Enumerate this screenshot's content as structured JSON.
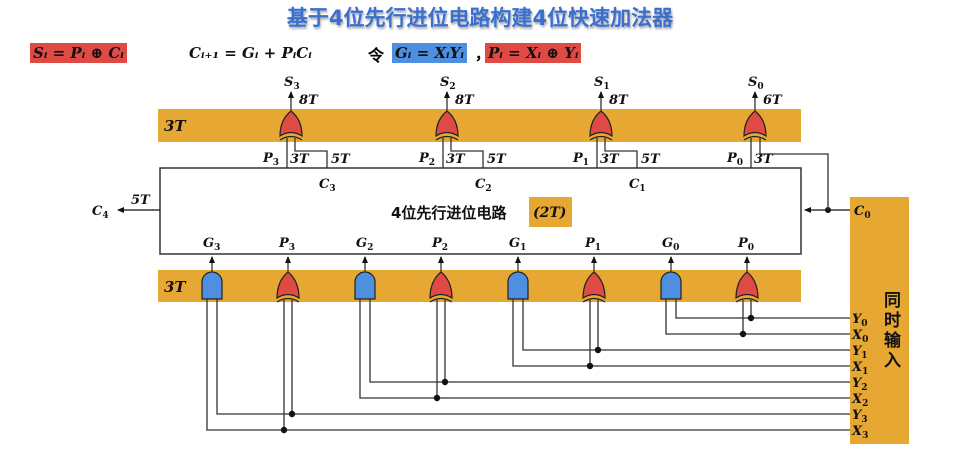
{
  "title": "基于4位先行进位电路构建4位快速加法器",
  "formulas": {
    "sum": "Sᵢ = Pᵢ ⊕ Cᵢ",
    "carry": "Cᵢ₊₁ = Gᵢ + PᵢCᵢ",
    "let_word": "令",
    "generate": "Gᵢ = XᵢYᵢ",
    "comma": "，",
    "propagate": "Pᵢ = Xᵢ ⊕ Yᵢ"
  },
  "colors": {
    "band": "#e6a832",
    "xor_gate": "#e04a45",
    "and_gate": "#4f8fe0",
    "title": "#3a6fd0",
    "wire": "#333333"
  },
  "top_band": {
    "delay_label": "3T",
    "xor_gates": [
      {
        "output": "S",
        "index": "3",
        "output_delay": "8T",
        "p_in": "P",
        "p_idx": "3",
        "p_delay": "3T",
        "c_delay": "5T",
        "carry": "C",
        "carry_idx": "3"
      },
      {
        "output": "S",
        "index": "2",
        "output_delay": "8T",
        "p_in": "P",
        "p_idx": "2",
        "p_delay": "3T",
        "c_delay": "5T",
        "carry": "C",
        "carry_idx": "2"
      },
      {
        "output": "S",
        "index": "1",
        "output_delay": "8T",
        "p_in": "P",
        "p_idx": "1",
        "p_delay": "3T",
        "c_delay": "5T",
        "carry": "C",
        "carry_idx": "1"
      },
      {
        "output": "S",
        "index": "0",
        "output_delay": "6T",
        "p_in": "P",
        "p_idx": "0",
        "p_delay": "3T"
      }
    ]
  },
  "cla_block": {
    "label": "4位先行进位电路",
    "delay": "(2T)",
    "carry_out": "C",
    "carry_out_idx": "4",
    "carry_out_delay": "5T",
    "inputs": [
      {
        "name": "G",
        "idx": "3"
      },
      {
        "name": "P",
        "idx": "3"
      },
      {
        "name": "G",
        "idx": "2"
      },
      {
        "name": "P",
        "idx": "2"
      },
      {
        "name": "G",
        "idx": "1"
      },
      {
        "name": "P",
        "idx": "1"
      },
      {
        "name": "G",
        "idx": "0"
      },
      {
        "name": "P",
        "idx": "0"
      }
    ]
  },
  "bottom_band": {
    "delay_label": "3T",
    "gates": [
      "and",
      "xor",
      "and",
      "xor",
      "and",
      "xor",
      "and",
      "xor"
    ]
  },
  "input_panel": {
    "label_chars": [
      "同",
      "时",
      "输",
      "入"
    ],
    "carry_in": "C",
    "carry_in_idx": "0",
    "signals": [
      {
        "name": "Y",
        "idx": "0"
      },
      {
        "name": "X",
        "idx": "0"
      },
      {
        "name": "Y",
        "idx": "1"
      },
      {
        "name": "X",
        "idx": "1"
      },
      {
        "name": "Y",
        "idx": "2"
      },
      {
        "name": "X",
        "idx": "2"
      },
      {
        "name": "Y",
        "idx": "3"
      },
      {
        "name": "X",
        "idx": "3"
      }
    ]
  }
}
